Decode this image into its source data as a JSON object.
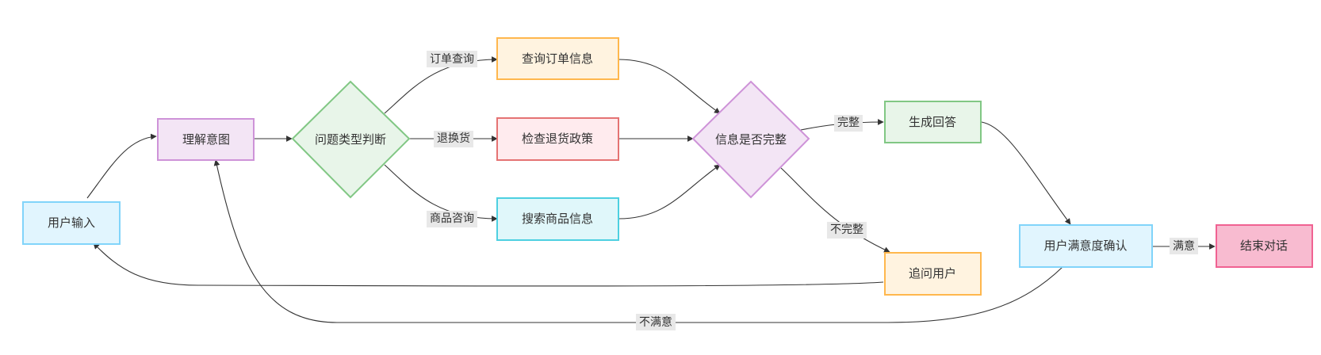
{
  "nodes": {
    "user_input": {
      "label": "用户输入",
      "fill": "#e1f5fe",
      "stroke": "#81d4fa"
    },
    "understand_intent": {
      "label": "理解意图",
      "fill": "#f3e5f5",
      "stroke": "#ce93d8"
    },
    "question_type": {
      "label": "问题类型判断",
      "fill": "#e8f5e9",
      "stroke": "#81c784"
    },
    "query_order": {
      "label": "查询订单信息",
      "fill": "#fff3e0",
      "stroke": "#ffb74d"
    },
    "check_return_policy": {
      "label": "检查退货政策",
      "fill": "#ffebee",
      "stroke": "#e57373"
    },
    "search_product": {
      "label": "搜索商品信息",
      "fill": "#e0f7fa",
      "stroke": "#4dd0e1"
    },
    "info_complete": {
      "label": "信息是否完整",
      "fill": "#f3e5f5",
      "stroke": "#ce93d8"
    },
    "generate_answer": {
      "label": "生成回答",
      "fill": "#e8f5e9",
      "stroke": "#81c784"
    },
    "ask_user": {
      "label": "追问用户",
      "fill": "#fff3e0",
      "stroke": "#ffb74d"
    },
    "satisfaction_confirm": {
      "label": "用户满意度确认",
      "fill": "#e1f5fe",
      "stroke": "#81d4fa"
    },
    "end_dialog": {
      "label": "结束对话",
      "fill": "#f8bbd0",
      "stroke": "#f06292"
    }
  },
  "edge_labels": {
    "order_query": "订单查询",
    "return_exchange": "退换货",
    "product_consult": "商品咨询",
    "complete": "完整",
    "incomplete": "不完整",
    "satisfied": "满意",
    "unsatisfied": "不满意"
  }
}
